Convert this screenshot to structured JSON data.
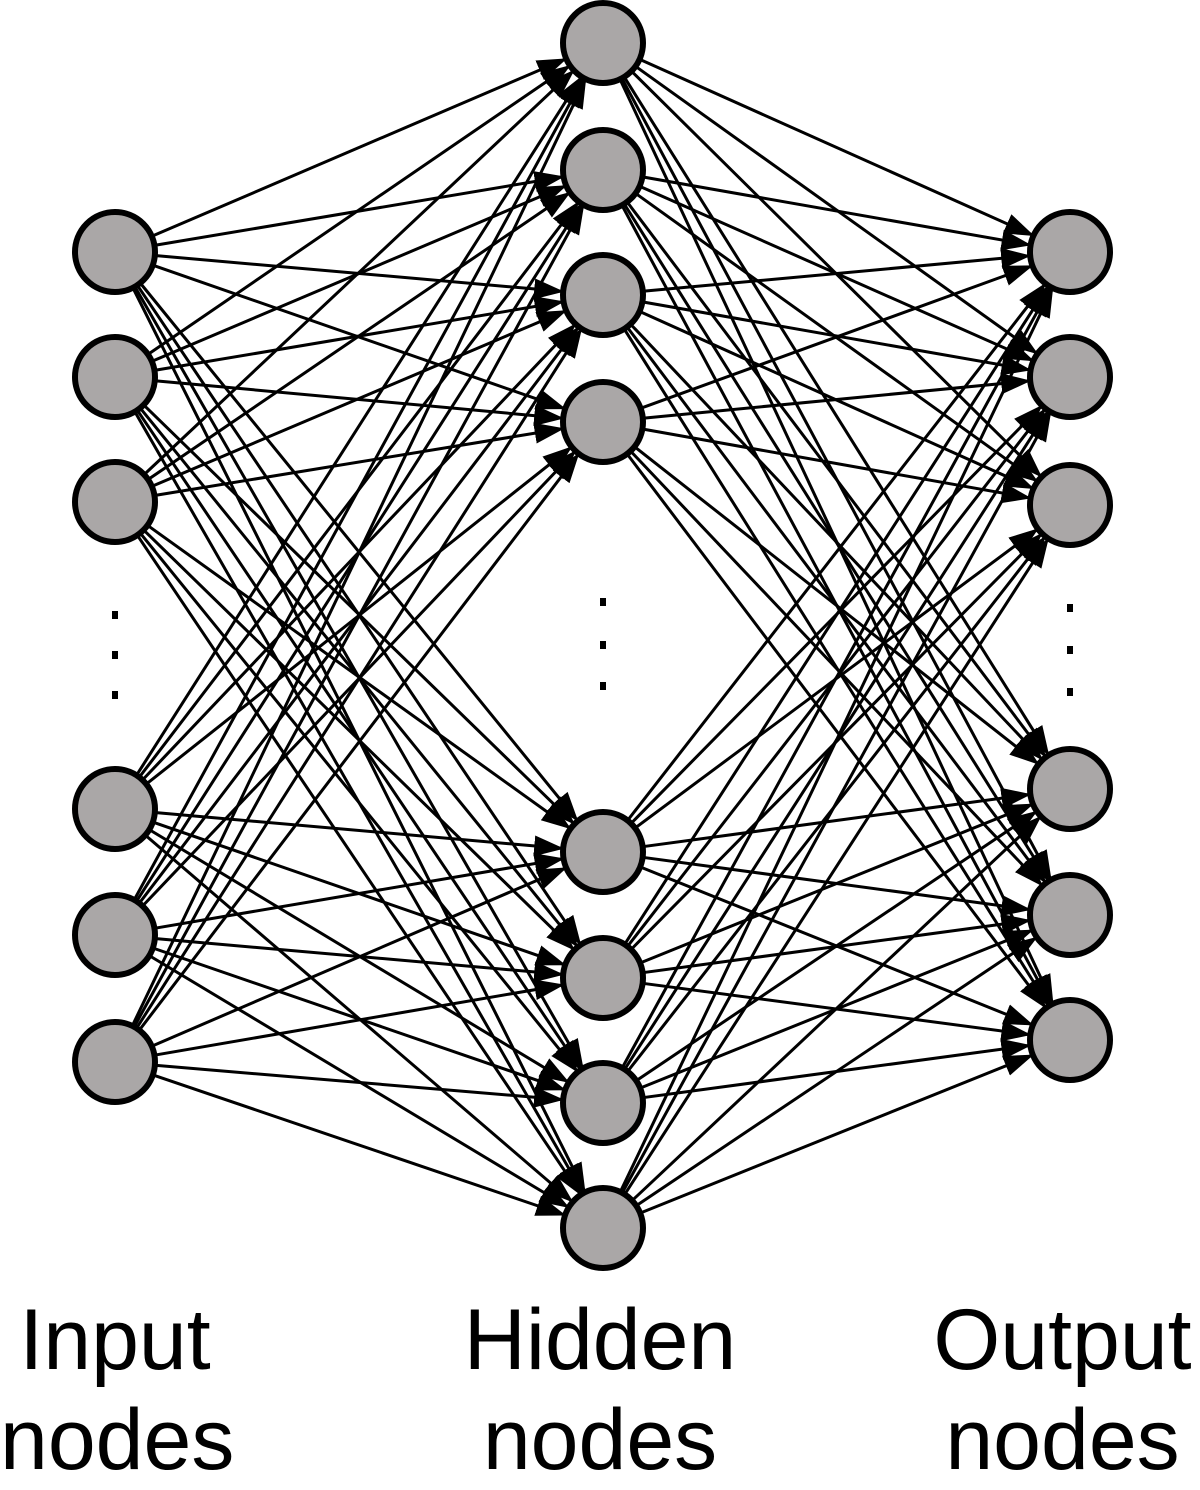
{
  "layers": {
    "input": {
      "label_line1": "Input",
      "label_line2": "nodes",
      "node_count": 6,
      "ellipsis": true
    },
    "hidden": {
      "label_line1": "Hidden",
      "label_line2": "nodes",
      "node_count": 8,
      "ellipsis": true
    },
    "output": {
      "label_line1": "Output",
      "label_line2": "nodes",
      "node_count": 6,
      "ellipsis": true
    }
  },
  "connections": "fully-connected",
  "colors": {
    "node_fill": "#aaa7a7",
    "stroke": "#000000",
    "background": "#ffffff"
  }
}
